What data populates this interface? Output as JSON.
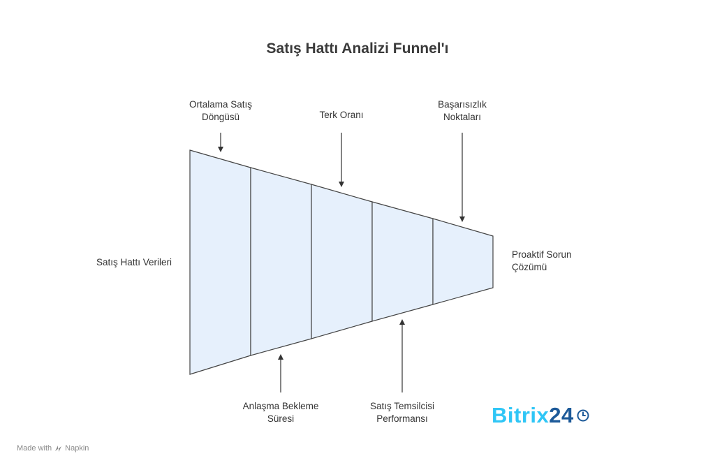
{
  "title": "Satış Hattı Analizi Funnel'ı",
  "input_label": "Satış Hattı Verileri",
  "output_label": [
    "Proaktif Sorun",
    "Çözümü"
  ],
  "top_labels": [
    [
      "Ortalama Satış",
      "Döngüsü"
    ],
    [
      "Terk Oranı"
    ],
    [
      "Başarısızlık",
      "Noktaları"
    ]
  ],
  "bottom_labels": [
    [
      "Anlaşma Bekleme",
      "Süresi"
    ],
    [
      "Satış Temsilcisi",
      "Performansı"
    ]
  ],
  "footer": {
    "made_with": "Made with",
    "tool": "Napkin",
    "icon": "napkin-logo-icon"
  },
  "brand": {
    "name": "Bitrix",
    "number": "24",
    "icon": "clock-icon",
    "color_primary": "#2fc6f6",
    "color_secondary": "#1d5a99"
  },
  "colors": {
    "funnel_fill": "#e6f0fc",
    "funnel_stroke": "#444444"
  }
}
